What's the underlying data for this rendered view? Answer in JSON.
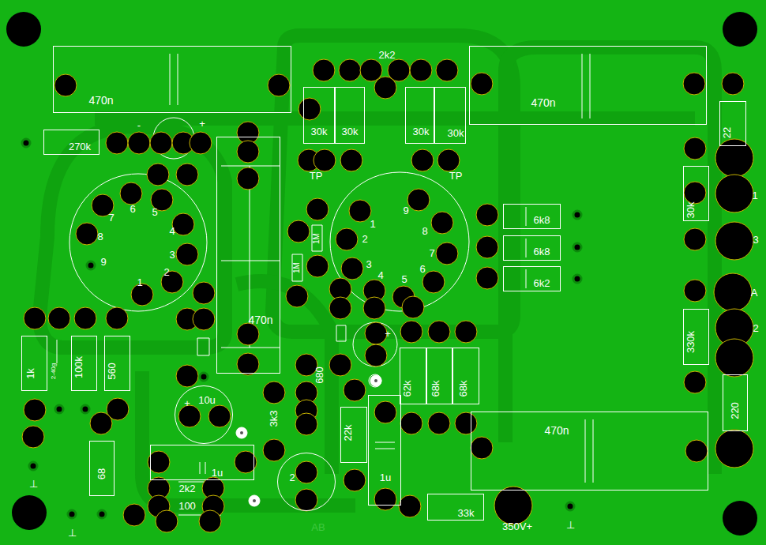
{
  "diagram": {
    "nodes": [
      {
        "text": [
          "470n"
        ]
      },
      {
        "text": [
          "470n"
        ]
      },
      {
        "text": [
          "30k"
        ]
      },
      {
        "text": [
          "30k"
        ]
      },
      {
        "text": [
          "30k"
        ]
      },
      {
        "text": [
          "30k"
        ]
      },
      {
        "text": [
          "270k"
        ]
      },
      {
        "text": [
          "22"
        ]
      },
      {
        "text": [
          "470n"
        ]
      },
      {
        "text": [
          "6k8"
        ]
      },
      {
        "text": [
          "30k"
        ]
      },
      {
        "text": [
          "6k8"
        ]
      },
      {
        "text": [
          "6k2"
        ]
      },
      {
        "text": [
          "330k"
        ]
      },
      {
        "text": [
          "1k"
        ]
      },
      {
        "text": [
          "100k"
        ]
      },
      {
        "text": [
          "560"
        ]
      },
      {
        "text": [
          "62k"
        ]
      },
      {
        "text": [
          "68k"
        ]
      },
      {
        "text": [
          "68k"
        ]
      },
      {
        "text": [
          "220"
        ]
      },
      {
        "text": [
          "10u"
        ]
      },
      {
        "text": [
          "22k"
        ]
      },
      {
        "text": [
          "470n"
        ]
      },
      {
        "text": [
          "1u"
        ]
      },
      {
        "text": [
          "68"
        ]
      },
      {
        "text": [
          "1u"
        ]
      },
      {
        "text": [
          "2"
        ]
      },
      {
        "text": [
          "33k"
        ]
      }
    ],
    "labels": [
      "2k2",
      "TP",
      "TP",
      "-",
      "+",
      "7",
      "6",
      "5",
      "4",
      "8",
      "3",
      "9",
      "1",
      "2",
      "1",
      "9",
      "2",
      "8",
      "7",
      "3",
      "4",
      "5",
      "6",
      "1M",
      "1M",
      "1",
      "3",
      "A",
      "2",
      "+",
      "680",
      "2-40g",
      "3k3",
      "+",
      "2k2",
      "100",
      "⊥",
      "⊥",
      "⊥",
      "AB",
      "350V+"
    ]
  }
}
